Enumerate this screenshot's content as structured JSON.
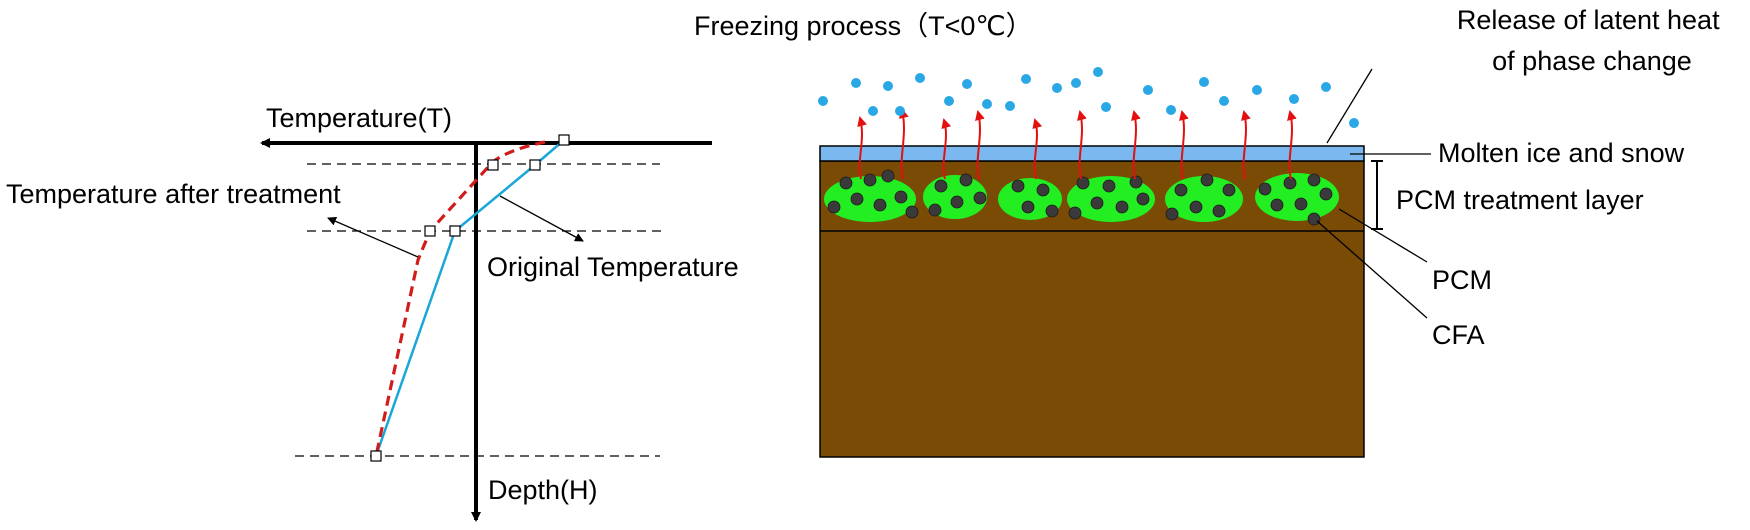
{
  "left_panel": {
    "axis_x_label": "Temperature(T)",
    "axis_y_label": "Depth(H)",
    "curve_treated_label": "Temperature after treatment",
    "curve_original_label": "Original Temperature"
  },
  "right_panel": {
    "title": "Freezing process（T<0℃）",
    "latent_heat_label_line1": "Release of latent heat",
    "latent_heat_label_line2": "of phase change",
    "ice_layer_label": "Molten ice and snow",
    "treatment_layer_label": "PCM treatment layer",
    "pcm_label": "PCM",
    "cfa_label": "CFA"
  },
  "colors": {
    "soil": "#7a4b05",
    "ice_layer": "#7ab8ef",
    "pcm_blob": "#22ee22",
    "cfa_particle": "#3a3a3a",
    "snowflake": "#2aa8e6",
    "heat_arrow": "#e31010",
    "curve_treated": "#d21c1c",
    "curve_original": "#1aa6d8"
  }
}
